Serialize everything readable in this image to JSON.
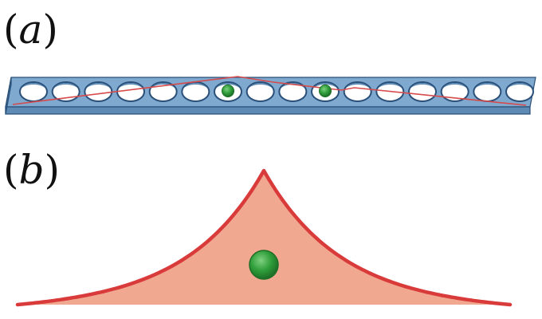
{
  "panels": {
    "a": {
      "open": "(",
      "letter": "a",
      "close": ")"
    },
    "b": {
      "open": "(",
      "letter": "b",
      "close": ")"
    }
  },
  "waveguide": {
    "hole_count": 16,
    "defect_holes": [
      7,
      10
    ],
    "colors": {
      "slab_top": "#7fa9cf",
      "slab_front": "#5d8bb5",
      "slab_end": "#3e6f9c",
      "hole_rim": "#2a4f78",
      "field_line": "#d64a4a"
    }
  },
  "profile": {
    "colors": {
      "fill": "#f1a890",
      "stroke": "#d93a3a"
    }
  },
  "emitter": {
    "colors": {
      "fill": "#2f9e3a",
      "stroke": "#1d6e26",
      "highlight": "#7fd07f"
    }
  }
}
